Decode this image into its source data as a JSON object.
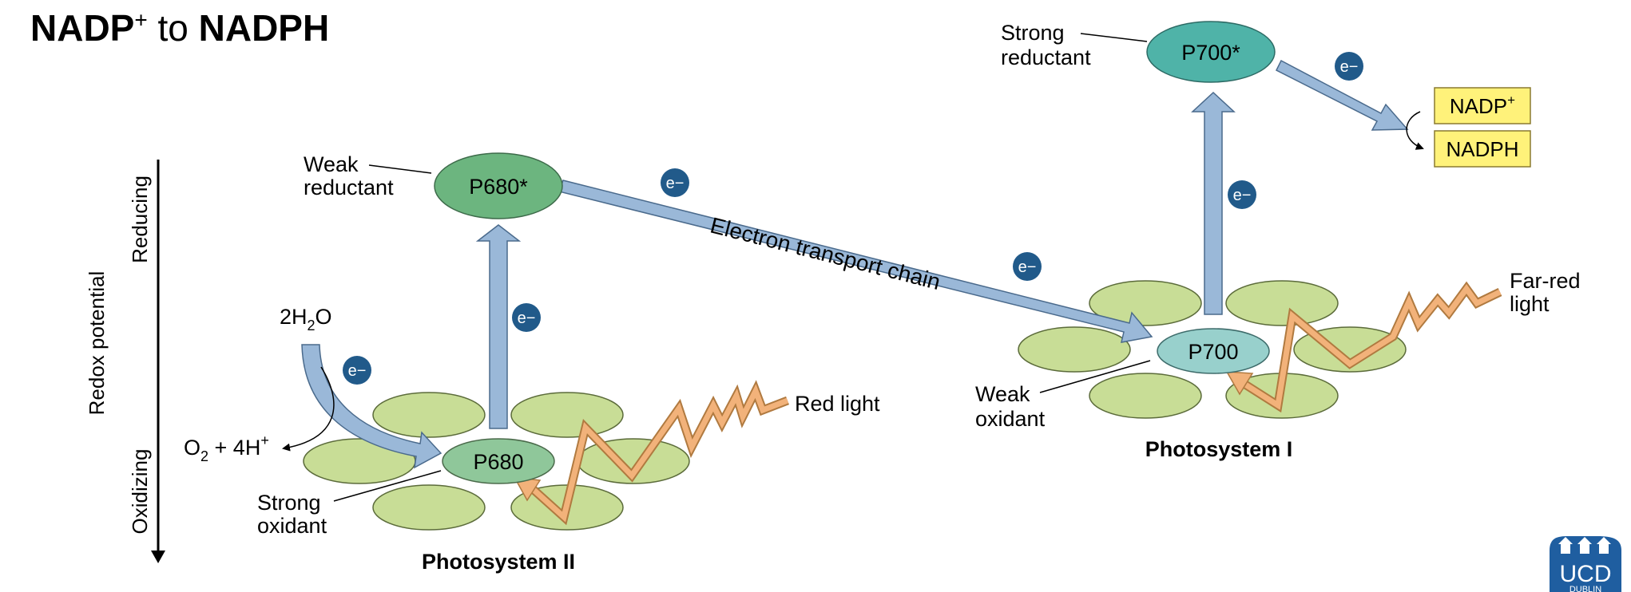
{
  "title": {
    "nadp": "NADP",
    "plus": "+",
    "to": " to ",
    "nadph": "NADPH"
  },
  "axis": {
    "label": "Redox potential",
    "top": "Reducing",
    "bottom": "Oxidizing"
  },
  "photosystem_ii": {
    "label": "Photosystem II",
    "p680": "P680",
    "p680_star": "P680*",
    "weak_reductant": [
      "Weak",
      "reductant"
    ],
    "strong_oxidant": [
      "Strong",
      "oxidant"
    ],
    "water": "2H",
    "water_sub": "2",
    "water_o": "O",
    "o2_prefix": "O",
    "o2_sub": "2",
    "o2_suffix": " + 4H",
    "o2_sup": "+",
    "light": "Red light"
  },
  "photosystem_i": {
    "label": "Photosystem I",
    "p700": "P700",
    "p700_star": "P700*",
    "strong_reductant": [
      "Strong",
      "reductant"
    ],
    "weak_oxidant": [
      "Weak",
      "oxidant"
    ],
    "light": [
      "Far-red",
      "light"
    ]
  },
  "chain": {
    "label": "Electron transport chain"
  },
  "electron": "e−",
  "nadp_box": {
    "top": "NADP",
    "top_sup": "+",
    "bottom": "NADPH"
  },
  "logo": {
    "text": "UCD",
    "sub": "DUBLIN"
  },
  "colors": {
    "arrow": "#9ab8d8",
    "arrow_stroke": "#4a6a8c",
    "disk": "#c8dd96",
    "disk_stroke": "#5b6b3a",
    "p680": "#8fc79a",
    "p680_star": "#6cb57f",
    "p700": "#98d0cc",
    "p700_star": "#4fb3a8",
    "electron": "#215a8a",
    "light": "#f2b27a",
    "nadp_box": "#fff27a",
    "logo": "#1f5ea0"
  }
}
